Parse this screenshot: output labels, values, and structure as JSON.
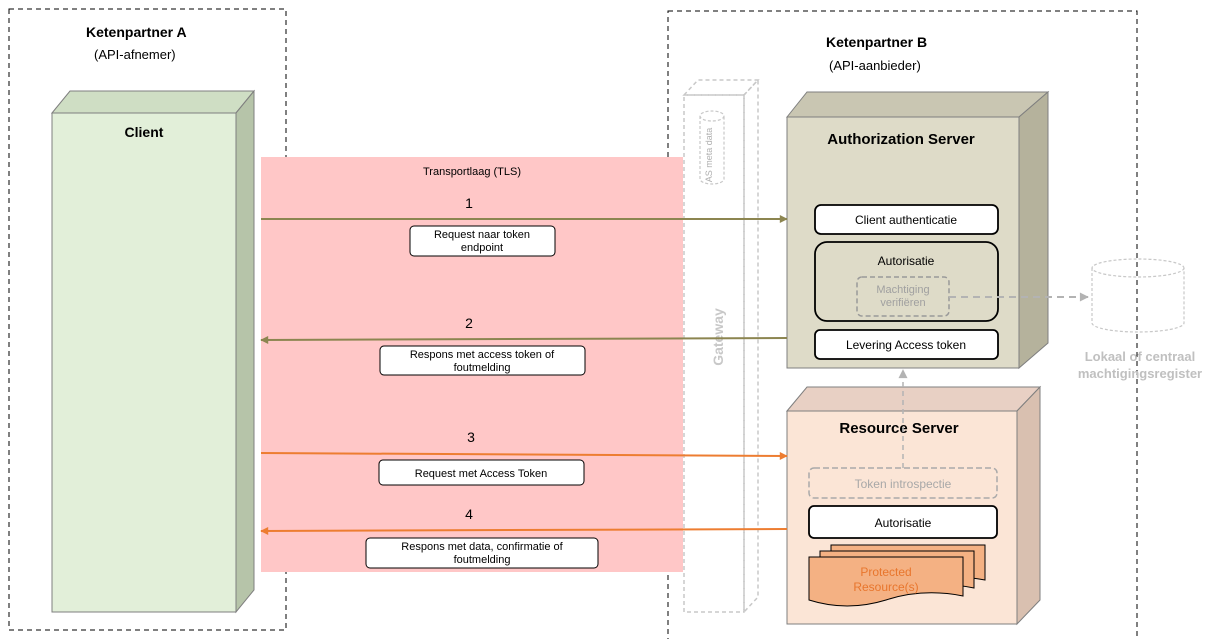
{
  "partner_a": {
    "title": "Ketenpartner A",
    "subtitle": "(API-afnemer)",
    "client_label": "Client"
  },
  "partner_b": {
    "title": "Ketenpartner B",
    "subtitle": "(API-aanbieder)"
  },
  "transport_layer": "Transportlaag (TLS)",
  "gateway": {
    "label": "Gateway",
    "metadata_label": "AS meta data"
  },
  "authorization_server": {
    "title": "Authorization Server",
    "client_auth": "Client authenticatie",
    "autorisatie": "Autorisatie",
    "machtiging_line1": "Machtiging",
    "machtiging_line2": "verifiëren",
    "levering": "Levering Access token"
  },
  "register": {
    "line1": "Lokaal of centraal",
    "line2": "machtigingsregister"
  },
  "resource_server": {
    "title": "Resource Server",
    "token_introspectie": "Token introspectie",
    "autorisatie": "Autorisatie",
    "protected_line1": "Protected",
    "protected_line2": "Resource(s)"
  },
  "flows": [
    {
      "number": "1",
      "line1": "Request naar token",
      "line2": "endpoint"
    },
    {
      "number": "2",
      "line1": "Respons met access token of",
      "line2": "foutmelding"
    },
    {
      "number": "3",
      "line1": "Request met Access Token",
      "line2": ""
    },
    {
      "number": "4",
      "line1": "Respons met data, confirmatie of",
      "line2": "foutmelding"
    }
  ],
  "colors": {
    "client_fill": "#e2efd9",
    "transport_fill": "#ffc7c7",
    "as_fill": "#dedbc8",
    "rs_fill": "#fbe5d6",
    "olive_arrow": "#8c8550",
    "orange_arrow": "#ed7d31",
    "protected_fill": "#f4b183",
    "grey": "#b3b3b3"
  }
}
